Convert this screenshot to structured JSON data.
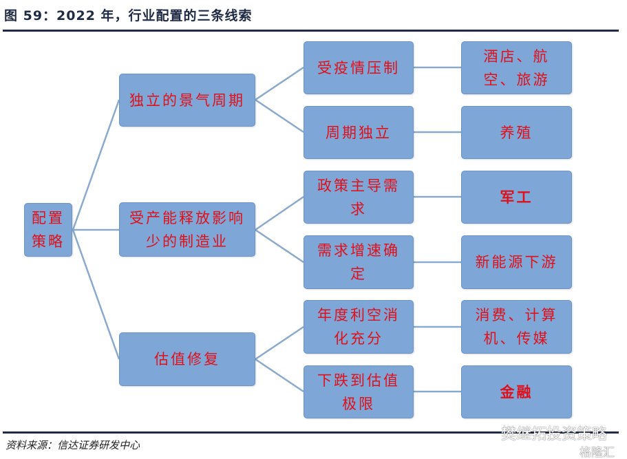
{
  "title": "图 59：2022 年，行业配置的三条线索",
  "root": "配置策略",
  "level1": [
    "独立的景气周期",
    "受产能释放影响少的制造业",
    "估值修复"
  ],
  "level2": [
    "受疫情压制",
    "周期独立",
    "政策主导需求",
    "需求增速确定",
    "年度利空消化充分",
    "下跌到估值极限"
  ],
  "level3": [
    "酒店、航空、旅游",
    "养殖",
    "军工",
    "新能源下游",
    "消费、计算机、传媒",
    "金融"
  ],
  "source": "资料来源：信达证券研发中心",
  "watermark": "樊继拓投资策略",
  "watermark2": "格隆汇",
  "colors": {
    "box": "#7ea6d6",
    "text": "#e0101a",
    "line": "#8aa9cc"
  }
}
